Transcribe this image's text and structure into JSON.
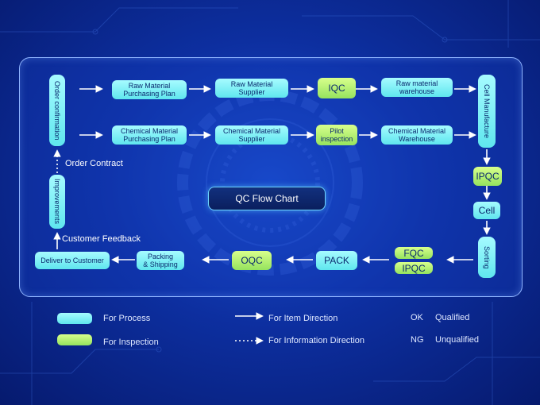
{
  "colors": {
    "process": "#6ff0f5",
    "inspection": "#a8ec6c",
    "arrow": "#ffffff",
    "background": "#0d2fa0"
  },
  "diagram": {
    "title": "QC Flow Chart",
    "nodes": {
      "order_confirmation": "Order confirmation",
      "raw_material_purchasing_plan": "Raw Material\nPurchasing Plan",
      "raw_material_supplier": "Raw Material\nSupplier",
      "iqc": "IQC",
      "raw_material_warehouse": "Raw material\nwarehouse",
      "cell_manufacture": "Cell Manufacture",
      "chemical_material_purchasing_plan": "Chemical Material\nPurchasing Plan",
      "chemical_material_supplier": "Chemical Material\nSupplier",
      "pilot_inspection": "Pilot\ninspection",
      "chemical_material_warehouse": "Chemical Material\nWarehouse",
      "ipqc_top": "IPQC",
      "cell": "Cell",
      "sorting": "Sorting",
      "fqc": "FQC",
      "ipqc_bottom": "IPQC",
      "pack": "PACK",
      "oqc": "OQC",
      "packing_shipping": "Packing\n& Shipping",
      "deliver_to_customer": "Deliver to Customer",
      "improvements": "Improvements"
    },
    "edge_labels": {
      "order_contract": "Order Contract",
      "customer_feedback": "Customer Feedback"
    }
  },
  "legend": {
    "process": "For Process",
    "inspection": "For Inspection",
    "item_direction": "For Item Direction",
    "information_direction": "For Information Direction",
    "ok_code": "OK",
    "ok_text": "Qualified",
    "ng_code": "NG",
    "ng_text": "Unqualified"
  }
}
